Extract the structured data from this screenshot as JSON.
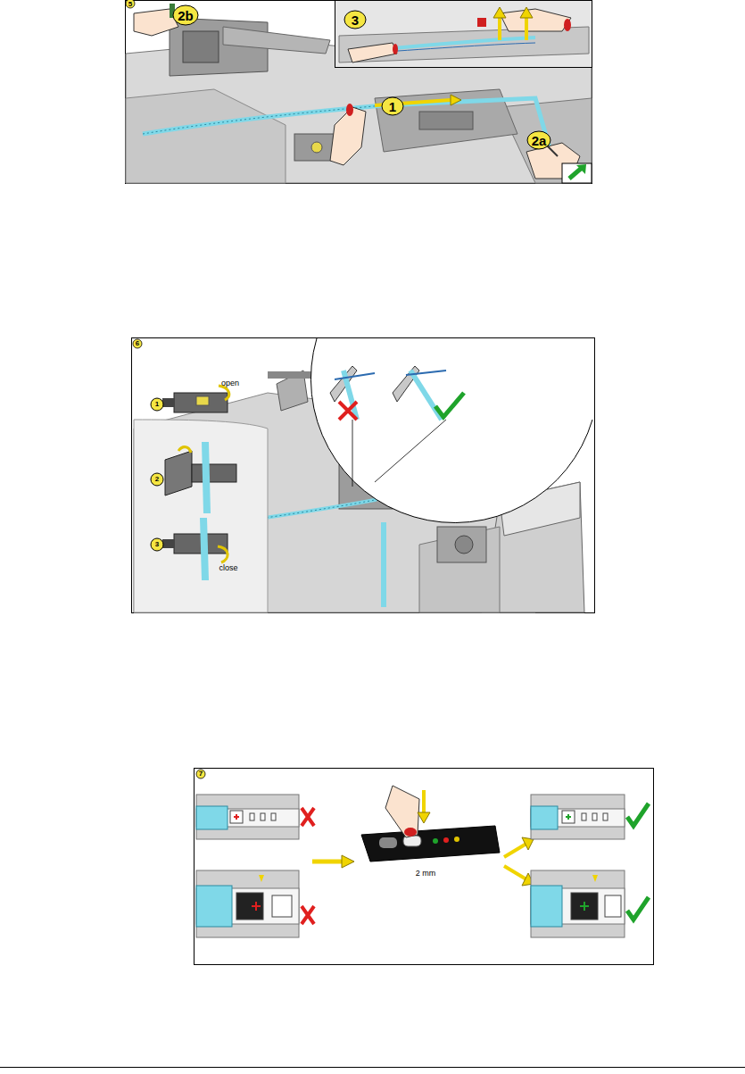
{
  "diagram": {
    "labels": [
      "5",
      "2b",
      "3",
      "1",
      "2a",
      "6",
      "open",
      "1",
      "2",
      "3",
      "close",
      "7",
      "2 mm"
    ]
  }
}
